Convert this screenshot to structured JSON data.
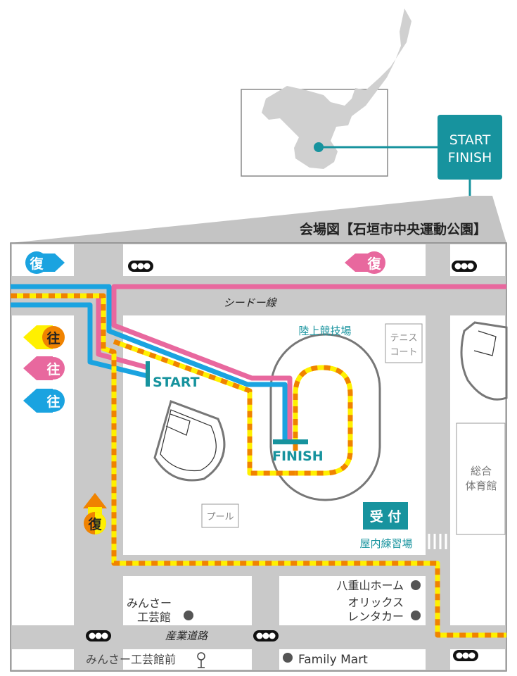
{
  "inset": {
    "badge_line1": "START",
    "badge_line2": "FINISH"
  },
  "title": "会場図【石垣市中央運動公園】",
  "roads": {
    "top": "シードー線",
    "bottom": "産業道路"
  },
  "direction_markers": {
    "return_blue": "復",
    "return_pink": "復",
    "return_orange": "復",
    "out_orange": "往",
    "out_pink": "往",
    "out_blue": "往"
  },
  "facilities": {
    "stadium": "陸上競技場",
    "tennis_line1": "テニス",
    "tennis_line2": "コート",
    "gym_line1": "総合",
    "gym_line2": "体育館",
    "pool": "プール",
    "reception": "受 付",
    "indoor": "屋内練習場"
  },
  "course": {
    "start": "START",
    "finish": "FINISH"
  },
  "landmarks": {
    "minsa_line1": "みんさー",
    "minsa_line2": "工芸館",
    "yaeyama": "八重山ホーム",
    "orix_line1": "オリックス",
    "orix_line2": "レンタカー",
    "bus_stop": "みんさー工芸館前",
    "family_mart": "Family Mart"
  },
  "colors": {
    "teal": "#17939e",
    "blue": "#1aa3e0",
    "pink": "#e8689e",
    "yellow": "#fff000",
    "orange": "#f08300",
    "road": "#c9c9c9"
  }
}
